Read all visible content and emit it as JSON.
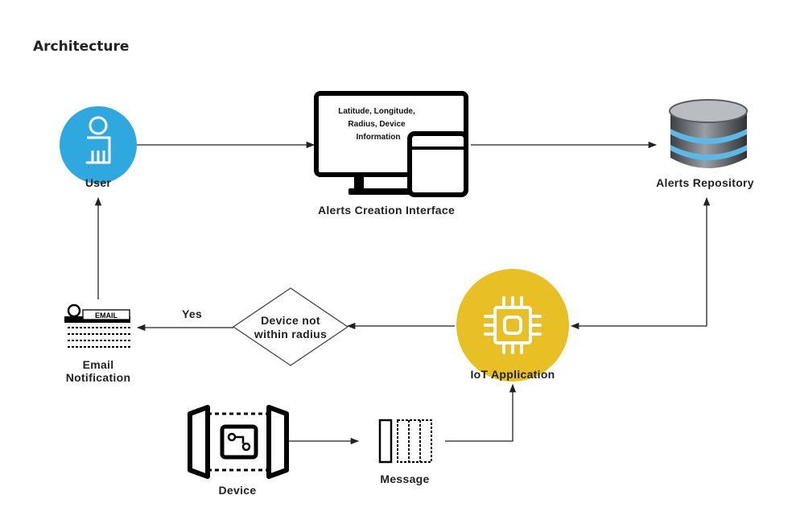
{
  "title": "Architecture",
  "colors": {
    "user": "#2fa8e0",
    "iot": "#e8c025",
    "repo_band": "#5eb8e6"
  },
  "nodes": {
    "user": {
      "label": "User",
      "icon": "user-icon"
    },
    "interface": {
      "label": "Alerts Creation Interface",
      "screen_text": [
        "Latitude, Longitude,",
        "Radius, Device",
        "Information"
      ],
      "icon": "monitor-and-phone-icon"
    },
    "repository": {
      "label": "Alerts Repository",
      "icon": "database-icon"
    },
    "iot": {
      "label": "IoT Application",
      "icon": "chip-icon"
    },
    "decision": {
      "lines": [
        "Device not",
        "within radius"
      ]
    },
    "email": {
      "lines": [
        "Email",
        "Notification"
      ],
      "badge": "EMAIL",
      "icon": "email-notification-icon"
    },
    "device": {
      "label": "Device",
      "icon": "device-icon"
    },
    "message": {
      "label": "Message",
      "icon": "message-queue-icon"
    }
  },
  "edges": {
    "yes_label": "Yes"
  }
}
